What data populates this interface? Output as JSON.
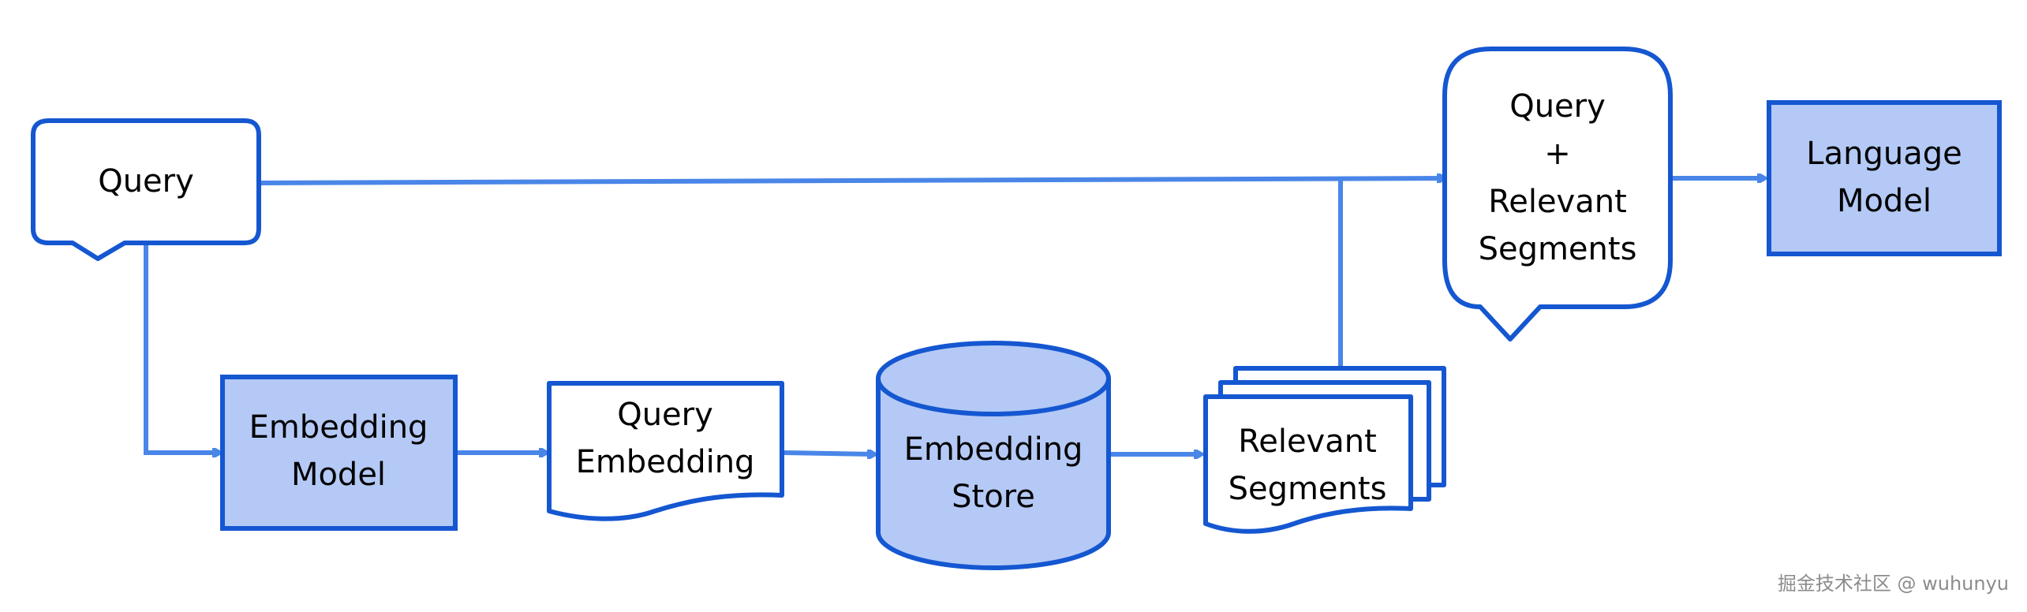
{
  "nodes": {
    "query_bubble": {
      "label": "Query"
    },
    "embedding_model": {
      "line1": "Embedding",
      "line2": "Model"
    },
    "query_embedding": {
      "line1": "Query",
      "line2": "Embedding"
    },
    "embedding_store": {
      "line1": "Embedding",
      "line2": "Store"
    },
    "relevant_segments": {
      "line1": "Relevant",
      "line2": "Segments"
    },
    "combined_bubble": {
      "line1": "Query",
      "line2": "+",
      "line3": "Relevant",
      "line4": "Segments"
    },
    "language_model": {
      "line1": "Language",
      "line2": "Model"
    }
  },
  "watermark": "掘金技术社区 @ wuhunyu",
  "colors": {
    "stroke": "#1557d1",
    "fill": "#b4c9f5",
    "arrow": "#4a86e8"
  }
}
